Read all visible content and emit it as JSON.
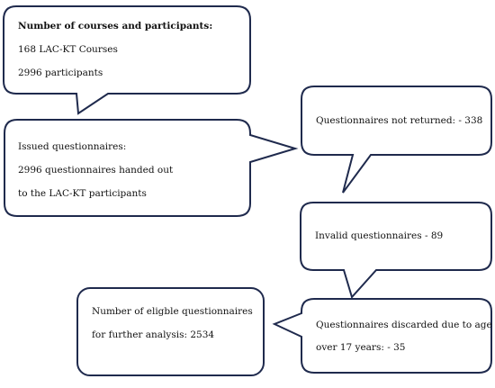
{
  "boxes": {
    "courses": {
      "title": "Number of courses and participants:",
      "line1": "168 LAC-KT Courses",
      "line2": "2996 participants"
    },
    "issued": {
      "line1": "Issued questionnaires:",
      "line2": "2996 questionnaires handed out",
      "line3": "to the LAC-KT participants"
    },
    "not_returned": {
      "line1": "Questionnaires not returned: - 338"
    },
    "invalid": {
      "line1": "Invalid questionnaires - 89"
    },
    "discarded": {
      "line1": "Questionnaires discarded due to age",
      "line2": "over 17 years: - 35"
    },
    "eligible": {
      "line1": "Number of eligble questionnaires",
      "line2": "for further analysis: 2534"
    }
  },
  "colors": {
    "stroke": "#1f2a4d",
    "fill": "#ffffff",
    "text": "#111111"
  }
}
